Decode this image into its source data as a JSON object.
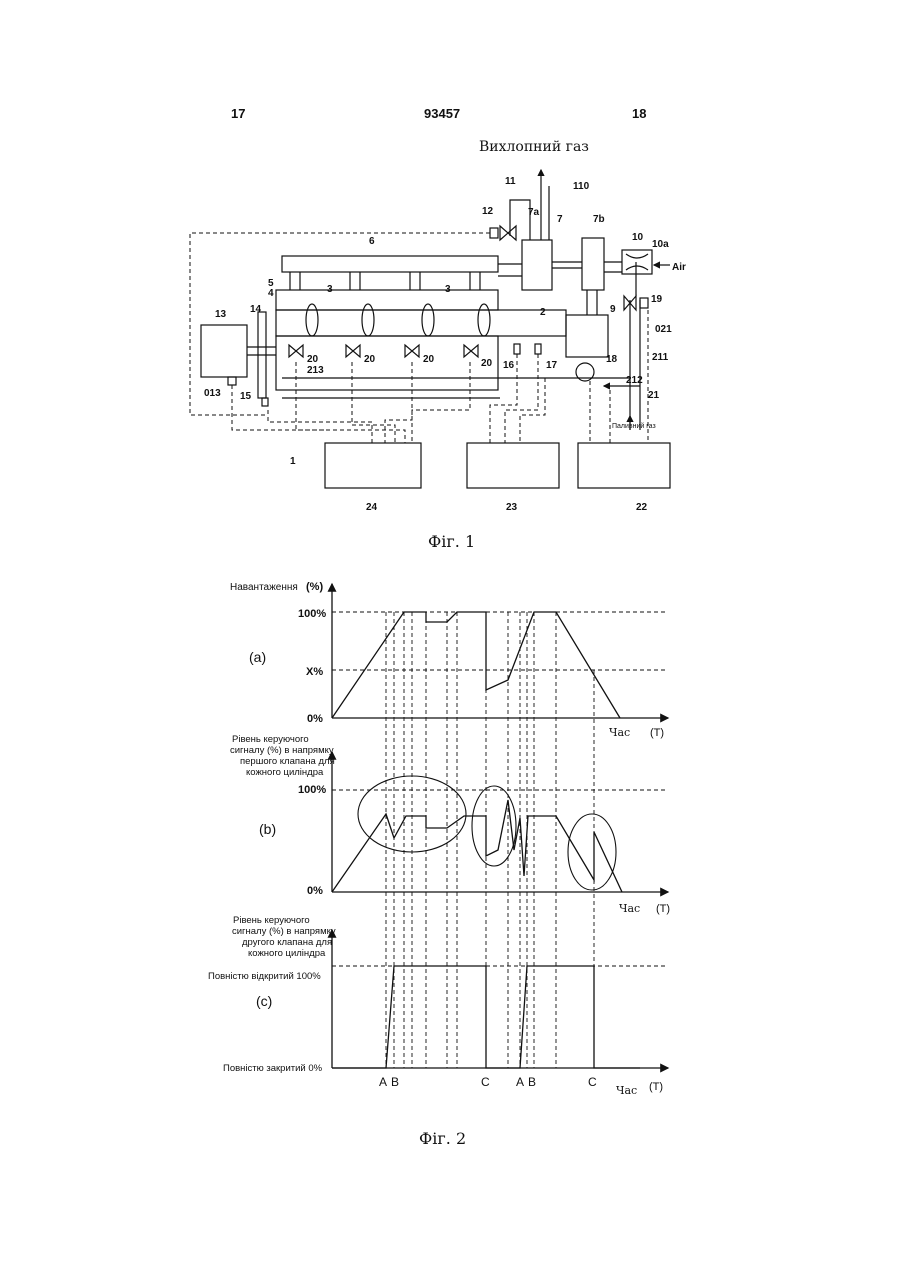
{
  "header": {
    "page_left": "17",
    "doc_number": "93457",
    "page_right": "18"
  },
  "fig1": {
    "caption": "Фіг. 1",
    "exhaust_label": "Вихлопний газ",
    "air_label": "Air",
    "fuel_gas_label": "Паливний газ",
    "refs": {
      "r1": "1",
      "r2": "2",
      "r3a": "3",
      "r3b": "3",
      "r4": "4",
      "r5": "5",
      "r6": "6",
      "r7": "7",
      "r7a": "7a",
      "r7b": "7b",
      "r9": "9",
      "r10": "10",
      "r10a": "10a",
      "r11": "11",
      "r12": "12",
      "r13": "13",
      "r14": "14",
      "r15": "15",
      "r16": "16",
      "r17": "17",
      "r18": "18",
      "r19": "19",
      "r20": "20",
      "r21": "21",
      "r22": "22",
      "r23": "23",
      "r24": "24",
      "r110": "110",
      "r211": "211",
      "r212": "212",
      "r213": "213",
      "r013": "013",
      "r021": "021"
    }
  },
  "fig2": {
    "caption": "Фіг. 2",
    "a": {
      "label": "(a)",
      "ylabel": "Навантаження",
      "unit": "(%)",
      "ticks": [
        "100%",
        "X%",
        "0%"
      ],
      "xlabel": "Час",
      "xunit": "(T)"
    },
    "b": {
      "label": "(b)",
      "ylabel_lines": [
        "Рівень керуючого",
        "сигналу (%) в напрямку",
        "першого клапана для",
        "кожного циліндра"
      ],
      "ticks": [
        "100%",
        "0%"
      ],
      "xlabel": "Час",
      "xunit": "(T)"
    },
    "c": {
      "label": "(c)",
      "ylabel_lines": [
        "Рівень керуючого",
        "сигналу (%) в напрямку",
        "другого клапана для",
        "кожного циліндра"
      ],
      "tick_open": "Повністю відкритий 100%",
      "tick_closed": "Повністю закритий 0%",
      "xlabel": "Час",
      "xunit": "(T)",
      "markers": [
        "A",
        "B",
        "C",
        "A",
        "B",
        "C"
      ]
    }
  }
}
